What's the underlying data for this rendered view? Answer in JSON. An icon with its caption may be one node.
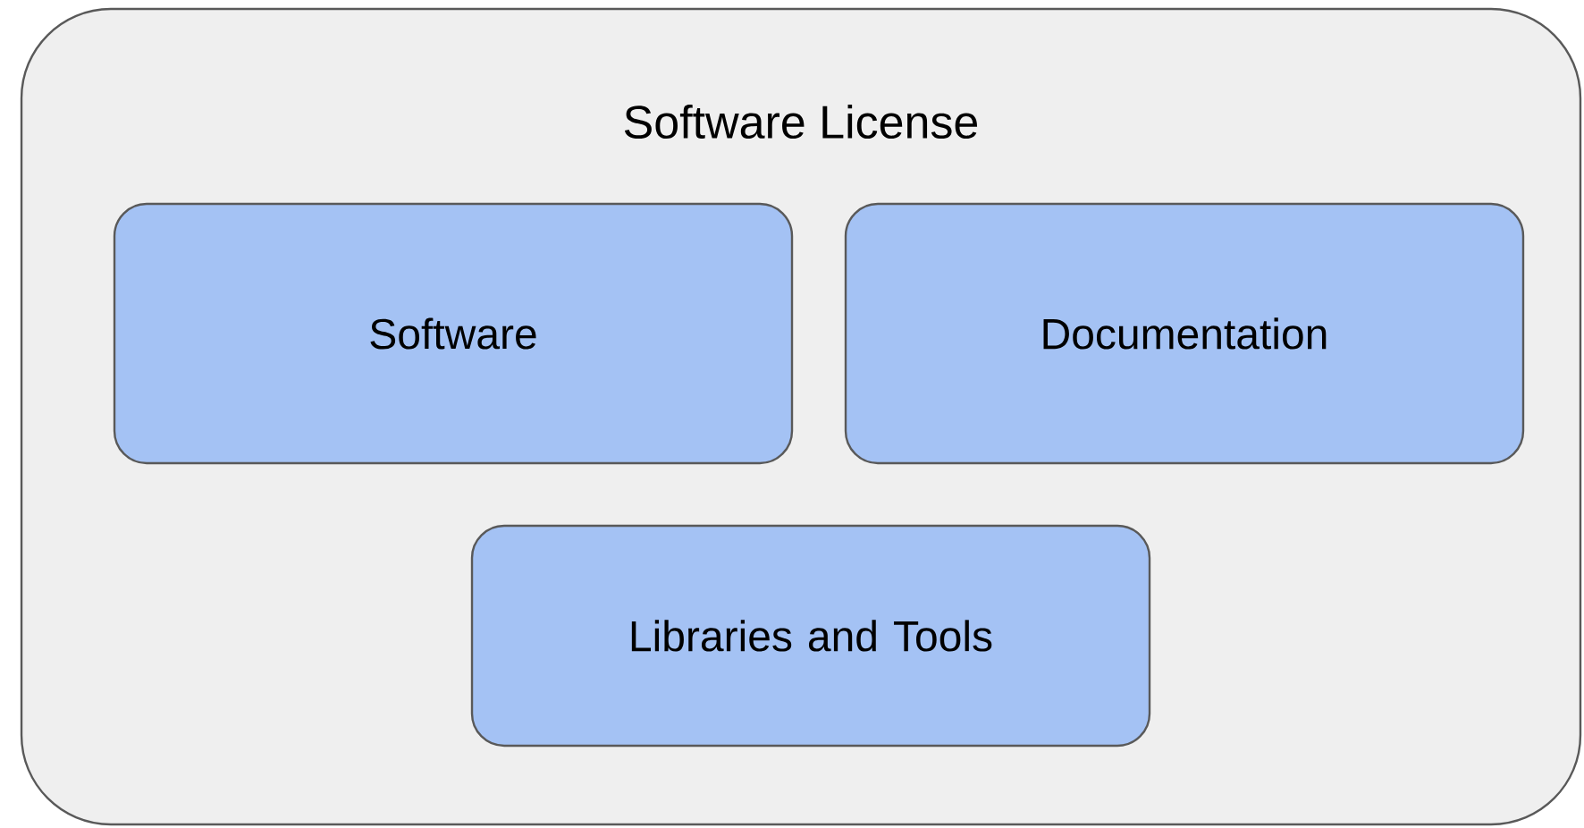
{
  "diagram": {
    "nodes": [
      {
        "text": [
          "Software License"
        ]
      },
      {
        "text": [
          "Software"
        ],
        "in": 0
      },
      {
        "text": [
          "Documentation"
        ],
        "in": 0
      },
      {
        "text": [
          "Libraries and Tools"
        ],
        "in": 0
      }
    ]
  }
}
